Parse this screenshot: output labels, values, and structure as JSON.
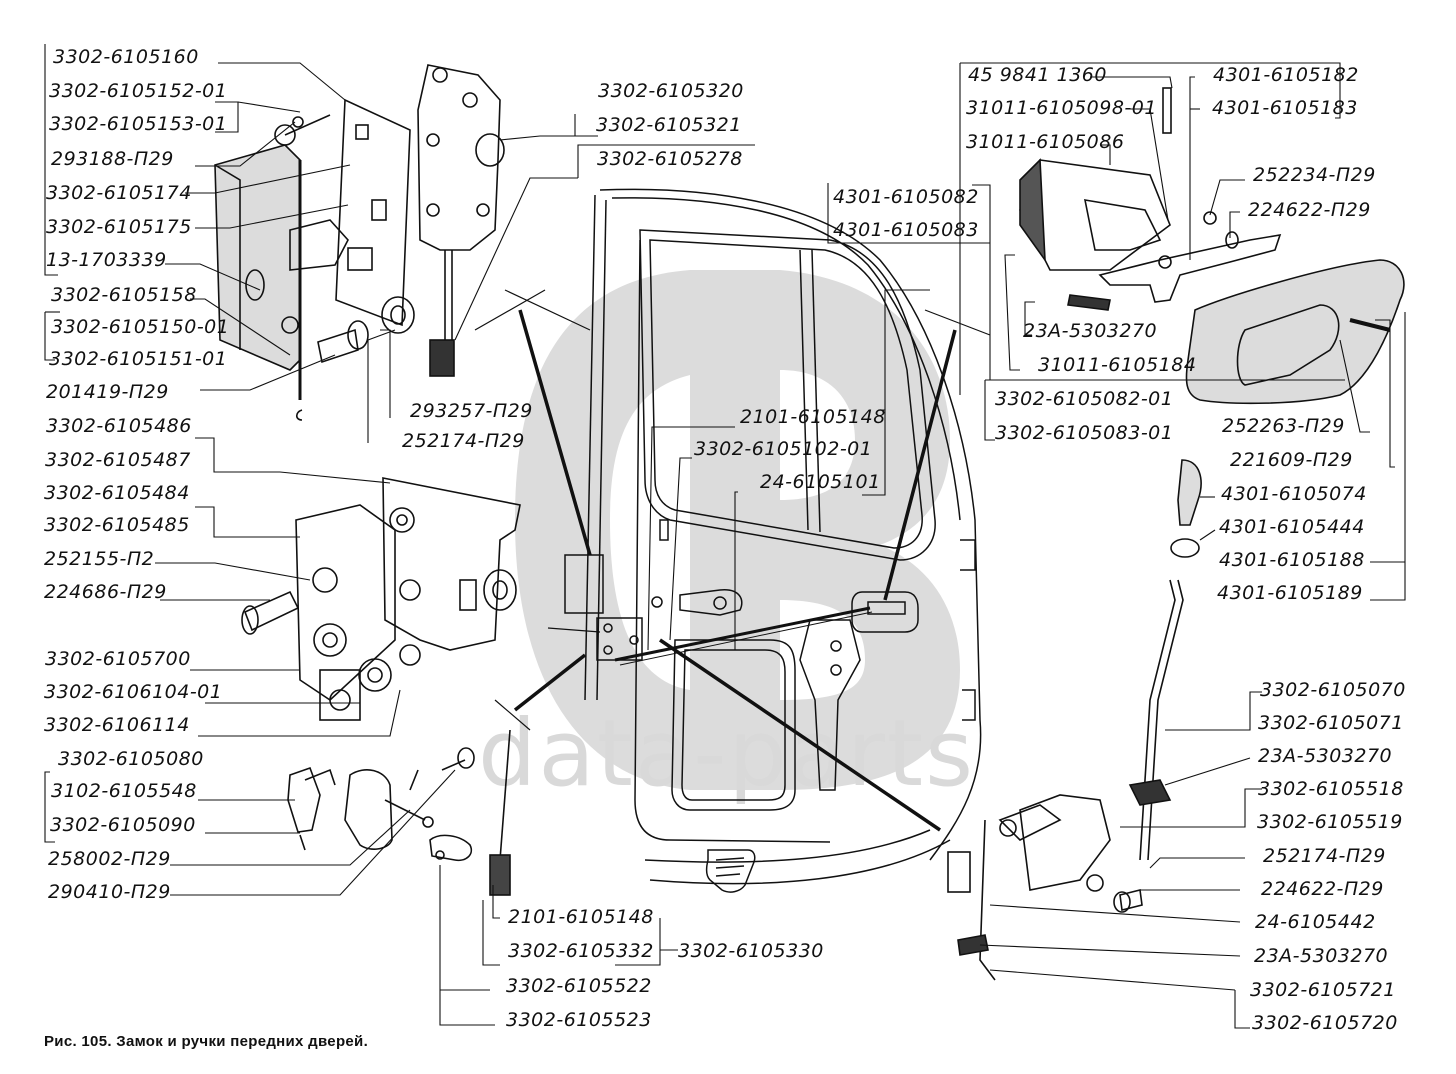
{
  "caption": "Рис. 105. Замок и ручки передних дверей.",
  "watermark": {
    "text": "data-parts",
    "logo": "gb-logo",
    "color": "#d9d9d9"
  },
  "colors": {
    "ink": "#111111",
    "background": "#ffffff",
    "watermark": "#d9d9d9"
  },
  "labels": {
    "l01": "3302-6105160",
    "l02": "3302-6105152-01",
    "l03": "3302-6105153-01",
    "l04": "293188-П29",
    "l05": "3302-6105174",
    "l06": "3302-6105175",
    "l07": "13-1703339",
    "l08": "3302-6105158",
    "l09": "3302-6105150-01",
    "l10": "3302-6105151-01",
    "l11": "201419-П29",
    "l12": "293257-П29",
    "l13": "252174-П29",
    "l14": "3302-6105320",
    "l15": "3302-6105321",
    "l16": "3302-6105278",
    "l17": "3302-6105486",
    "l18": "3302-6105487",
    "l19": "3302-6105484",
    "l20": "3302-6105485",
    "l21": "252155-П2",
    "l22": "224686-П29",
    "l23": "3302-6105700",
    "l24": "3302-6106104-01",
    "l25": "3302-6106114",
    "l26": "3302-6105080",
    "l27": "3102-6105548",
    "l28": "3302-6105090",
    "l29": "258002-П29",
    "l30": "290410-П29",
    "l31": "2101-6105148",
    "l32": "3302-6105102-01",
    "l33": "24-6105101",
    "l34": "4301-6105082",
    "l35": "4301-6105083",
    "l36": "45 9841 1360",
    "l37": "31011-6105098-01",
    "l38": "31011-6105086",
    "l39": "4301-6105182",
    "l40": "4301-6105183",
    "l41": "252234-П29",
    "l42": "224622-П29",
    "l43": "23А-5303270",
    "l44": "31011-6105184",
    "l45": "3302-6105082-01",
    "l46": "3302-6105083-01",
    "l47": "252263-П29",
    "l48": "221609-П29",
    "l49": "4301-6105074",
    "l50": "4301-6105444",
    "l51": "4301-6105188",
    "l52": "4301-6105189",
    "l53": "3302-6105070",
    "l54": "3302-6105071",
    "l55": "23А-5303270",
    "l56": "3302-6105518",
    "l57": "3302-6105519",
    "l58": "252174-П29",
    "l59": "224622-П29",
    "l60": "24-6105442",
    "l61": "23А-5303270",
    "l62": "3302-6105721",
    "l63": "3302-6105720",
    "l64": "2101-6105148",
    "l65": "3302-6105332",
    "l66": "3302-6105330",
    "l67": "3302-6105522",
    "l68": "3302-6105523"
  }
}
